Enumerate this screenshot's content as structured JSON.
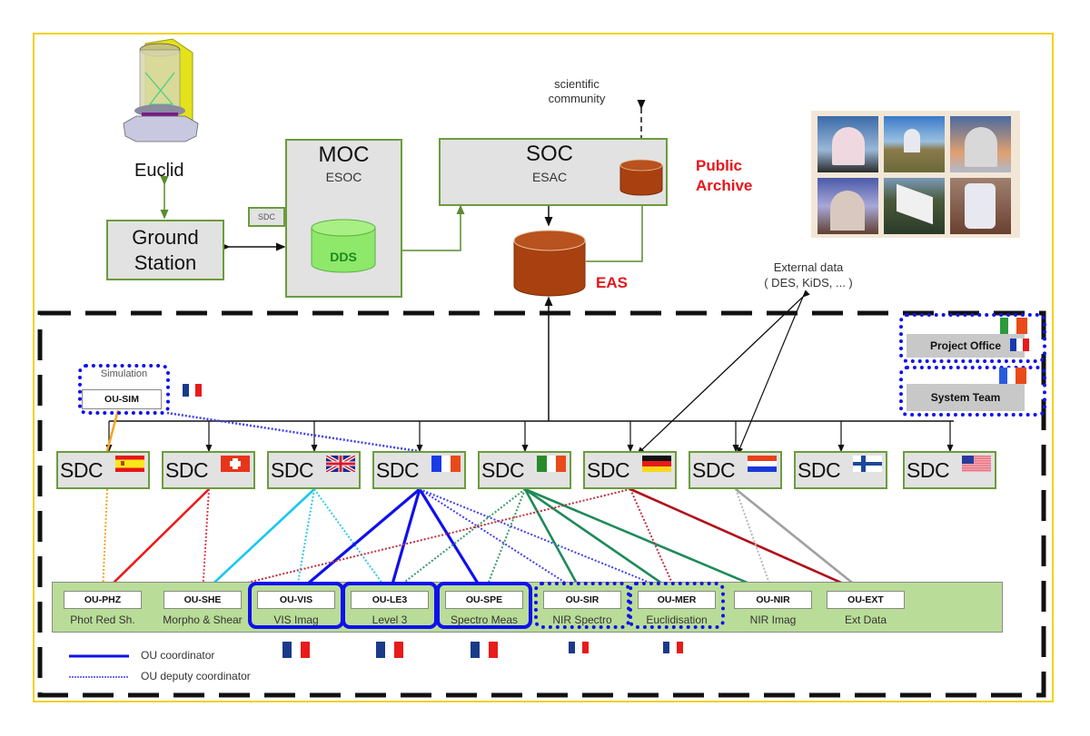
{
  "diagram": {
    "spacecraft": {
      "label": "Euclid"
    },
    "ground_station": {
      "label_line1": "Ground",
      "label_line2": "Station"
    },
    "moc": {
      "title": "MOC",
      "subtitle": "ESOC",
      "sdc_tag": "SDC",
      "dds_label": "DDS"
    },
    "soc": {
      "title": "SOC",
      "subtitle": "ESAC"
    },
    "scientific_community": {
      "line1": "scientific",
      "line2": "community"
    },
    "public_archive": {
      "line1": "Public",
      "line2": "Archive",
      "color": "#e8141b"
    },
    "eas": {
      "label": "EAS",
      "color": "#e8141b"
    },
    "external_data": {
      "line1": "External data",
      "line2": "( DES, KiDS, ... )"
    },
    "photo_grid": {
      "count": 6,
      "description": "ground-based telescope photos"
    },
    "project_office": {
      "label": "Project Office",
      "flags": [
        "Italy",
        "France"
      ]
    },
    "system_team": {
      "label": "System Team",
      "flags": [
        "France"
      ]
    },
    "simulation": {
      "title": "Simulation",
      "ou": "OU-SIM",
      "flag": "France"
    },
    "sdcs": [
      {
        "label": "SDC",
        "country": "Spain"
      },
      {
        "label": "SDC",
        "country": "Switzerland"
      },
      {
        "label": "SDC",
        "country": "United Kingdom"
      },
      {
        "label": "SDC",
        "country": "France"
      },
      {
        "label": "SDC",
        "country": "Italy"
      },
      {
        "label": "SDC",
        "country": "Germany"
      },
      {
        "label": "SDC",
        "country": "Netherlands"
      },
      {
        "label": "SDC",
        "country": "Finland"
      },
      {
        "label": "SDC",
        "country": "USA"
      }
    ],
    "ous": [
      {
        "code": "OU-PHZ",
        "name": "Phot Red Sh.",
        "role": "none"
      },
      {
        "code": "OU-SHE",
        "name": "Morpho & Shear",
        "role": "none"
      },
      {
        "code": "OU-VIS",
        "name": "VIS Imag",
        "role": "coordinator"
      },
      {
        "code": "OU-LE3",
        "name": "Level 3",
        "role": "coordinator"
      },
      {
        "code": "OU-SPE",
        "name": "Spectro Meas",
        "role": "coordinator"
      },
      {
        "code": "OU-SIR",
        "name": "NIR Spectro",
        "role": "deputy"
      },
      {
        "code": "OU-MER",
        "name": "Euclidisation",
        "role": "deputy"
      },
      {
        "code": "OU-NIR",
        "name": "NIR Imag",
        "role": "none"
      },
      {
        "code": "OU-EXT",
        "name": "Ext Data",
        "role": "none"
      }
    ],
    "legend": {
      "coordinator": "OU coordinator",
      "deputy": "OU deputy coordinator"
    },
    "colors": {
      "box_border": "#6b9c3c",
      "box_fill": "#e2e2e2",
      "ou_panel": "#b9dd98",
      "coordinator_blue": "#1010ee",
      "frame": "#f0d21a",
      "archive_brown": "#a8410f"
    },
    "links": [
      {
        "from_sdc": 0,
        "to_ou": 0,
        "color": "#f5a623",
        "style": "dotted"
      },
      {
        "from_sdc": 1,
        "to_ou": 0,
        "color": "#f01818",
        "style": "solid"
      },
      {
        "from_sdc": 1,
        "to_ou": 1,
        "color": "#e04050",
        "style": "dotted"
      },
      {
        "from_sdc": 2,
        "to_ou": 1,
        "color": "#18c8ee",
        "style": "solid"
      },
      {
        "from_sdc": 2,
        "to_ou": 2,
        "color": "#30c8ee",
        "style": "dotted"
      },
      {
        "from_sdc": 2,
        "to_ou": 3,
        "color": "#30c8ee",
        "style": "dotted"
      },
      {
        "from_sdc": 3,
        "to_ou": 2,
        "color": "#1010ee",
        "style": "solid"
      },
      {
        "from_sdc": 3,
        "to_ou": 3,
        "color": "#1010ee",
        "style": "solid"
      },
      {
        "from_sdc": 3,
        "to_ou": 4,
        "color": "#1010ee",
        "style": "solid"
      },
      {
        "from_sdc": 3,
        "to_ou": 5,
        "color": "#4040ee",
        "style": "dotted"
      },
      {
        "from_sdc": 3,
        "to_ou": 6,
        "color": "#4040ee",
        "style": "dotted"
      },
      {
        "from_sdc": 4,
        "to_ou": 3,
        "color": "#3a9a6a",
        "style": "dotted"
      },
      {
        "from_sdc": 4,
        "to_ou": 4,
        "color": "#3a9a6a",
        "style": "dotted"
      },
      {
        "from_sdc": 4,
        "to_ou": 5,
        "color": "#1e8a5a",
        "style": "solid"
      },
      {
        "from_sdc": 4,
        "to_ou": 6,
        "color": "#1e8a5a",
        "style": "solid"
      },
      {
        "from_sdc": 4,
        "to_ou": 7,
        "color": "#1e8a5a",
        "style": "solid"
      },
      {
        "from_sdc": 5,
        "to_ou": 1,
        "color": "#c03040",
        "style": "dotted"
      },
      {
        "from_sdc": 5,
        "to_ou": 6,
        "color": "#c03040",
        "style": "dotted"
      },
      {
        "from_sdc": 5,
        "to_ou": 8,
        "color": "#b0101a",
        "style": "solid"
      },
      {
        "from_sdc": 6,
        "to_ou": 7,
        "color": "#b8b8b8",
        "style": "dotted"
      },
      {
        "from_sdc": 6,
        "to_ou": 8,
        "color": "#a0a0a0",
        "style": "solid"
      }
    ]
  }
}
